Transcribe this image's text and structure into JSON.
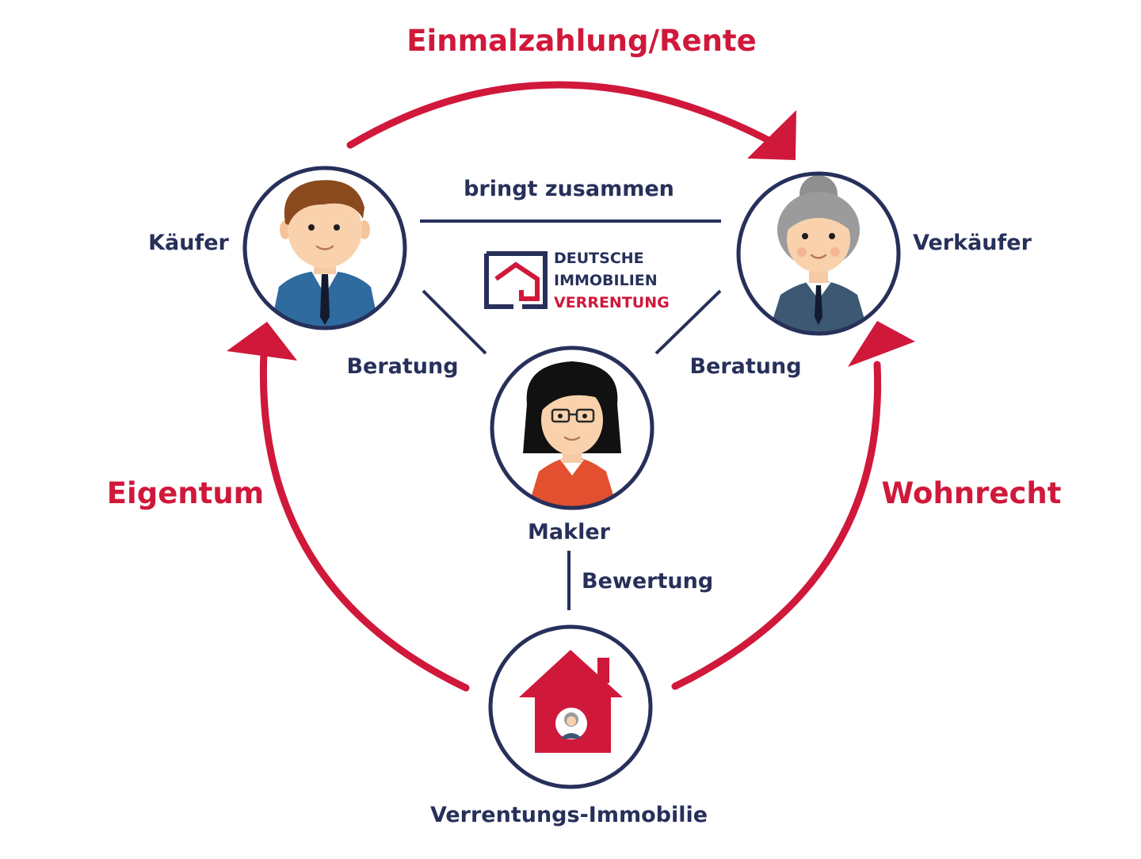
{
  "title": "Einmalzahlung/Rente",
  "colors": {
    "navy": "#27305a",
    "red": "#d0183b",
    "white": "#ffffff"
  },
  "nodes": {
    "buyer": {
      "label": "Käufer"
    },
    "seller": {
      "label": "Verkäufer"
    },
    "broker": {
      "label": "Makler"
    },
    "property": {
      "label": "Verrentungs-Immobilie"
    }
  },
  "edges": {
    "buyer_seller": "bringt zusammen",
    "broker_buyer": "Beratung",
    "broker_seller": "Beratung",
    "broker_property": "Bewertung"
  },
  "flows": {
    "top": "Einmalzahlung/Rente",
    "left": "Eigentum",
    "right": "Wohnrecht"
  },
  "logo": {
    "line1": "DEUTSCHE",
    "line2": "IMMOBILIEN",
    "line3": "VERRENTUNG"
  }
}
